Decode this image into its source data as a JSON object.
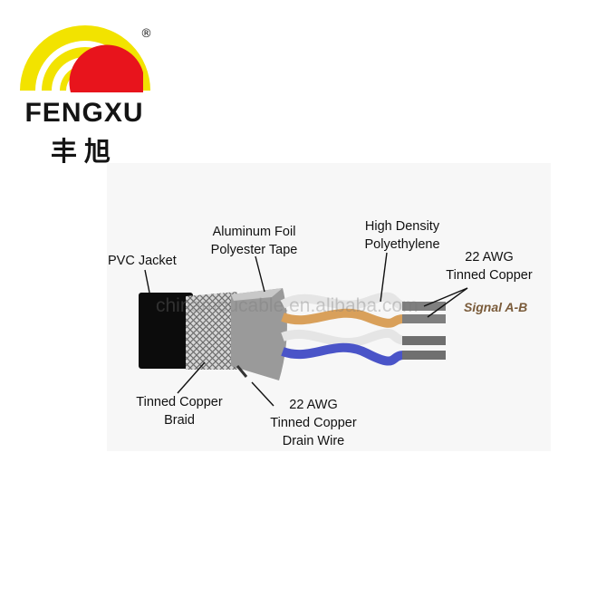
{
  "brand": {
    "name": "FENGXU",
    "chinese_name": "丰旭",
    "registered_mark": "®",
    "colors": {
      "arc": "#f2e300",
      "sun": "#e8141c",
      "text": "#141414"
    }
  },
  "watermark": "chinamoucable.en.alibaba.com",
  "diagram": {
    "labels": {
      "pvc_jacket": "PVC Jacket",
      "foil_line1": "Aluminum Foil",
      "foil_line2": "Polyester Tape",
      "hdpe_line1": "High Density",
      "hdpe_line2": "Polyethylene",
      "awg_line1": "22 AWG",
      "awg_line2": "Tinned Copper",
      "braid_line1": "Tinned Copper",
      "braid_line2": "Braid",
      "drain_line1": "22 AWG",
      "drain_line2": "Tinned Copper",
      "drain_line3": "Drain Wire",
      "signal": "Signal A-B"
    },
    "colors": {
      "jacket": "#0c0c0c",
      "braid": "#cfcfcf",
      "foil": "#9a9a9a",
      "pair_a": "#d9a05a",
      "pair_b": "#4a54c8",
      "conductor": "#8a8a8a"
    }
  }
}
